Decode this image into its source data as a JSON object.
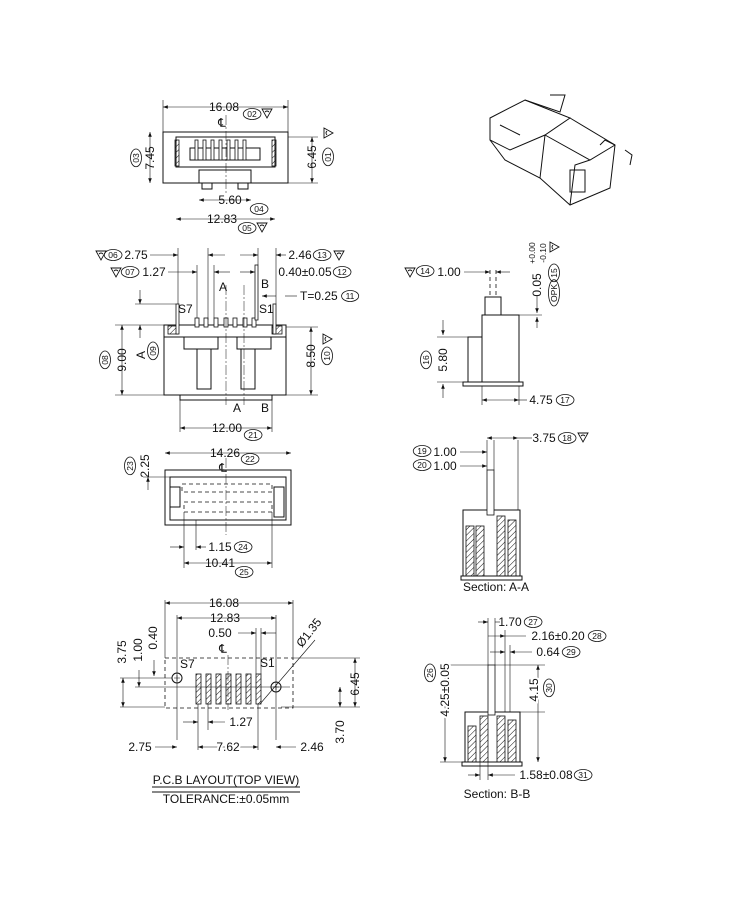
{
  "top_view": {
    "width_1608": "16.08",
    "b02": "02",
    "height_745": "7.45",
    "b03": "03",
    "height_645": "6.45",
    "b01": "01",
    "pitch_560": "5.60",
    "b04": "04",
    "span_1283": "12.83",
    "b05": "05",
    "centerline": "℄"
  },
  "front_view": {
    "d275": "2.75",
    "b06": "06",
    "d127": "1.27",
    "b07": "07",
    "d246": "2.46",
    "b13": "13",
    "d040": "0.40±0.05",
    "b12": "12",
    "thick": "T=0.25",
    "b11": "11",
    "sec_a": "A",
    "sec_b": "B",
    "s7": "S7",
    "s1": "S1",
    "h900": "9.00",
    "b08": "08",
    "a_dim": "A",
    "b09": "09",
    "h850": "8.50",
    "b10": "10",
    "w1200": "12.00",
    "b21": "21"
  },
  "bottom_view": {
    "w1426": "14.26",
    "b22": "22",
    "h225": "2.25",
    "b23": "23",
    "d115": "1.15",
    "b24": "24",
    "d1041": "10.41",
    "b25": "25",
    "centerline": "℄"
  },
  "pcb_layout": {
    "w1608": "16.08",
    "w1283": "12.83",
    "w050": "0.50",
    "h375": "3.75",
    "h100": "1.00",
    "h040": "0.40",
    "s7": "S7",
    "s1": "S1",
    "dia": "Ø1.35",
    "h645": "6.45",
    "h370": "3.70",
    "p127": "1.27",
    "l275": "2.75",
    "m762": "7.62",
    "r246": "2.46",
    "title": "P.C.B LAYOUT(TOP VIEW)",
    "tolerance": "TOLERANCE:±0.05mm",
    "centerline": "℄"
  },
  "side_view": {
    "d100": "1.00",
    "b14": "14",
    "tol": "0.05",
    "tol_plus": "+0.00",
    "tol_minus": "-0.10",
    "b15": "15",
    "opk": "OPK",
    "h580": "5.80",
    "b16": "16",
    "w475": "4.75",
    "b17": "17"
  },
  "section_aa": {
    "d100a": "1.00",
    "b19": "19",
    "d100b": "1.00",
    "b20": "20",
    "d375": "3.75",
    "b18": "18",
    "label": "Section: A-A"
  },
  "section_bb": {
    "d170": "1.70",
    "b27": "27",
    "d216": "2.16±0.20",
    "b28": "28",
    "d064": "0.64",
    "b29": "29",
    "h425": "4.25±0.05",
    "b26": "26",
    "h415": "4.15",
    "b30": "30",
    "d158": "1.58±0.08",
    "b31": "31",
    "label": "Section: B-B"
  }
}
